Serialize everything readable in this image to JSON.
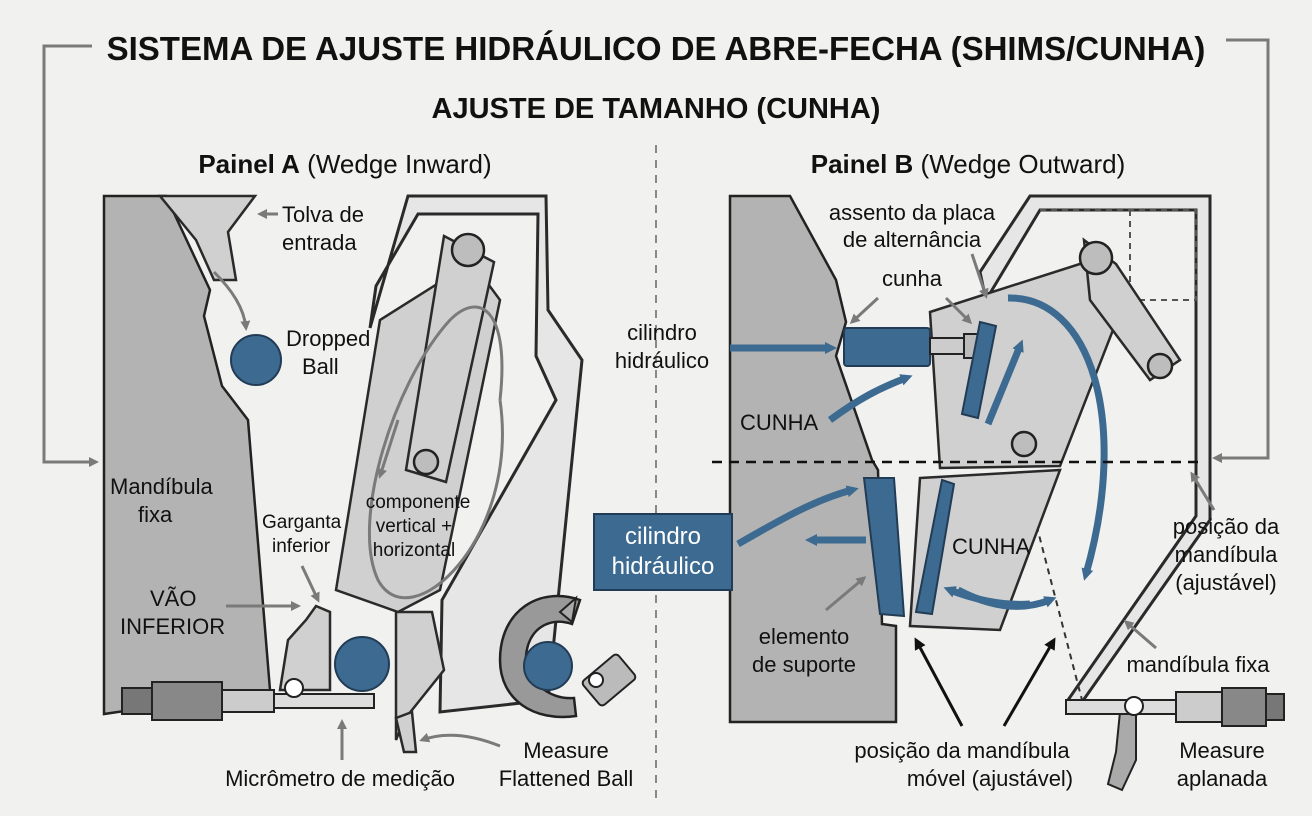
{
  "title": "SISTEMA DE AJUSTE HIDRÁULICO DE ABRE-FECHA (SHIMS/CUNHA)",
  "subtitle": "AJUSTE DE TAMANHO (CUNHA)",
  "panel_a": {
    "heading_bold": "Painel A",
    "heading_rest": " (Wedge Inward)",
    "hopper_line1": "Tolva de",
    "hopper_line2": "entrada",
    "ball_line1": "Dropped",
    "ball_line2": "Ball",
    "fixed_jaw_line1": "Mandíbula",
    "fixed_jaw_line2": "fixa",
    "throat_line1": "Garganta",
    "throat_line2": "inferior",
    "motion_line1": "componente",
    "motion_line2": "vertical +",
    "motion_line3": "horizontal",
    "gap_line1": "VÃO",
    "gap_line2": "INFERIOR",
    "micrometer": "Micrômetro de medição",
    "measure_line1": "Measure",
    "measure_line2": "Flattened Ball"
  },
  "panel_b": {
    "heading_bold": "Painel B",
    "heading_rest": " (Wedge Outward)",
    "seat_line1": "assento da placa",
    "seat_line2": "de alternância",
    "wedge_small": "cunha",
    "cyl_line1": "cilindro",
    "cyl_line2": "hidráulico",
    "wedge_upper": "CUNHA",
    "wedge_lower": "CUNHA",
    "cyl_box_line1": "cilindro",
    "cyl_box_line2": "hidráulico",
    "support_line1": "elemento",
    "support_line2": "de suporte",
    "jaw_pos_line1": "posição da",
    "jaw_pos_line2": "mandíbula",
    "jaw_pos_line3": "(ajustável)",
    "fixed_jaw": "mandíbula fixa",
    "mobile_line1": "posição da mandíbula",
    "mobile_line2": "móvel (ajustável)",
    "measure_line1": "Measure",
    "measure_line2": "aplanada"
  },
  "colors": {
    "background": "#f1f1f0",
    "accent_blue": "#3d6a90",
    "jaw_gray": "#b3b3b3",
    "frame_gray": "#e6e6e6"
  }
}
